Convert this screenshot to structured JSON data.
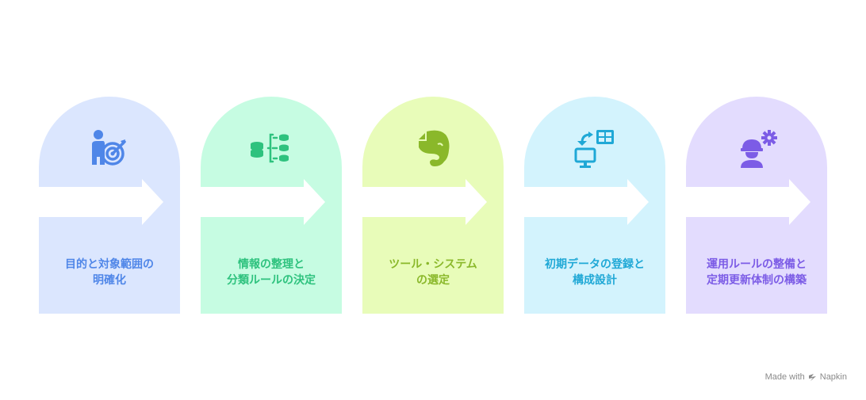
{
  "steps": [
    {
      "line1": "目的と対象範囲の",
      "line2": "明確化",
      "icon": "person-target-icon",
      "bg": "#dbe6fe",
      "color": "#4f86e8"
    },
    {
      "line1": "情報の整理と",
      "line2": "分類ルールの決定",
      "icon": "database-sort-icon",
      "bg": "#c6fce2",
      "color": "#2ec27e"
    },
    {
      "line1": "ツール・システム",
      "line2": "の選定",
      "icon": "evernote-elephant-icon",
      "bg": "#e8fcb9",
      "color": "#8ab82a"
    },
    {
      "line1": "初期データの登録と",
      "line2": "構成設計",
      "icon": "monitor-data-sync-icon",
      "bg": "#d3f3fd",
      "color": "#1fa8d6"
    },
    {
      "line1": "運用ルールの整備と",
      "line2": "定期更新体制の構築",
      "icon": "worker-gear-icon",
      "bg": "#e3dcfe",
      "color": "#7c5ce6"
    }
  ],
  "credit": {
    "prefix": "Made with",
    "brand": "Napkin"
  }
}
